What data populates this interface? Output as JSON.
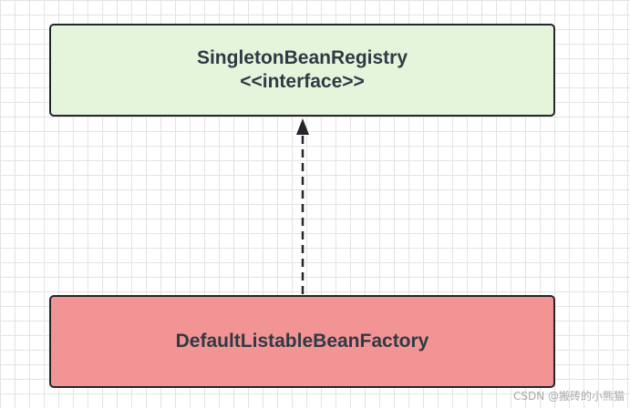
{
  "diagram": {
    "type": "uml-class",
    "nodes": [
      {
        "id": "interface",
        "name": "SingletonBeanRegistry",
        "stereotype": "<<interface>>",
        "fill": "#e4f5dc"
      },
      {
        "id": "implementation",
        "name": "DefaultListableBeanFactory",
        "fill": "#f19493"
      }
    ],
    "edges": [
      {
        "from": "implementation",
        "to": "interface",
        "kind": "realization",
        "style": "dashed",
        "arrowhead": "filled-triangle"
      }
    ]
  },
  "watermark": "CSDN @搬砖的小熊猫"
}
